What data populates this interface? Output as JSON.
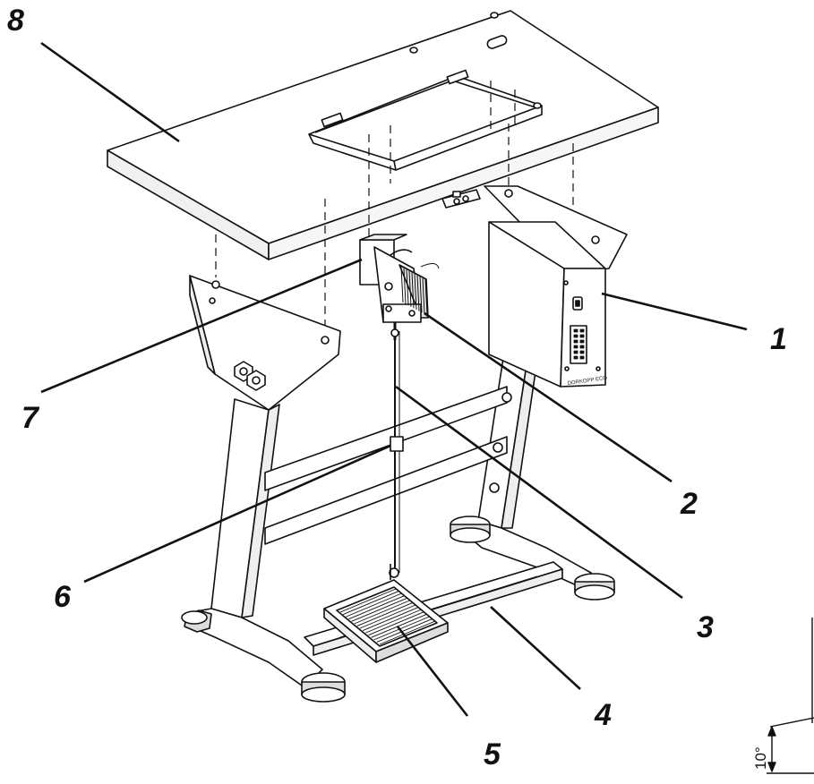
{
  "callouts": {
    "c1": "1",
    "c2": "2",
    "c3": "3",
    "c4": "4",
    "c5": "5",
    "c6": "6",
    "c7": "7",
    "c8": "8"
  },
  "angle_label": "10°",
  "motor_box_text": "DORKOPP ECO",
  "colors": {
    "line": "#111111",
    "fill": "#ffffff",
    "shade": "#e6e6e6"
  }
}
